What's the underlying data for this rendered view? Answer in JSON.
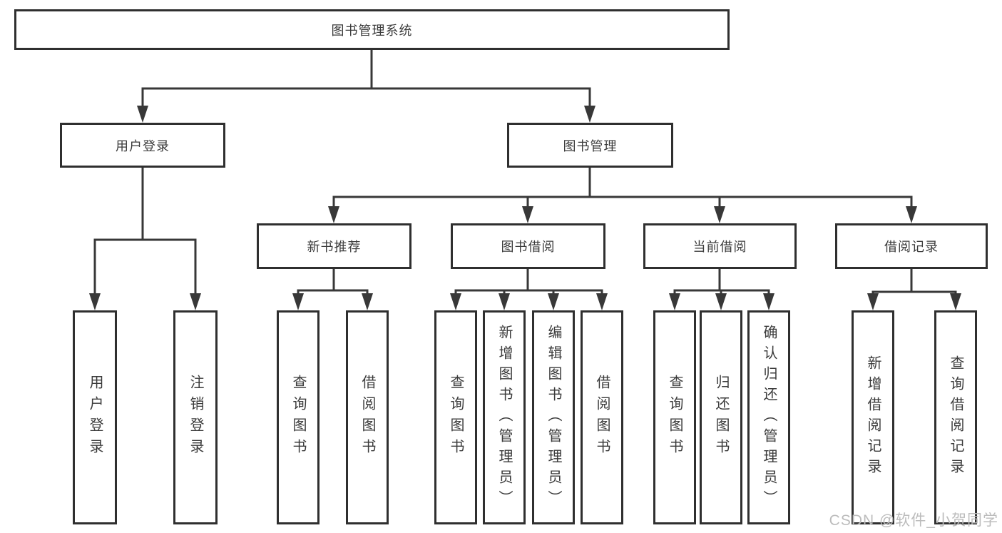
{
  "diagram": {
    "type": "hierarchy-tree",
    "title": "图书管理系统",
    "colors": {
      "line": "#383838",
      "border": "#2f2f2f",
      "text": "#3b3b3b",
      "background": "#ffffff",
      "watermark": "#bcbcbc"
    }
  },
  "watermark": {
    "text": "CSDN @软件_小贺同学"
  },
  "nodes": {
    "root": {
      "label": "图书管理系统"
    },
    "user_login": {
      "label": "用户登录"
    },
    "book_mgmt": {
      "label": "图书管理"
    },
    "new_book_rec": {
      "label": "新书推荐"
    },
    "book_borrow": {
      "label": "图书借阅"
    },
    "current_borrow": {
      "label": "当前借阅"
    },
    "borrow_record": {
      "label": "借阅记录"
    },
    "leaf_user_login": {
      "label": "用户登录"
    },
    "leaf_logout": {
      "label": "注销登录"
    },
    "leaf_nbr_query": {
      "label": "查询图书"
    },
    "leaf_nbr_borrow": {
      "label": "借阅图书"
    },
    "leaf_bb_query": {
      "label": "查询图书"
    },
    "leaf_bb_add": {
      "label": "新增图书（管理员）"
    },
    "leaf_bb_edit": {
      "label": "编辑图书（管理员）"
    },
    "leaf_bb_borrow": {
      "label": "借阅图书"
    },
    "leaf_cb_query": {
      "label": "查询图书"
    },
    "leaf_cb_return": {
      "label": "归还图书"
    },
    "leaf_cb_confirm": {
      "label": "确认归还（管理员）"
    },
    "leaf_br_add": {
      "label": "新增借阅记录"
    },
    "leaf_br_query": {
      "label": "查询借阅记录"
    }
  },
  "hierarchy": {
    "图书管理系统": {
      "用户登录": [
        "用户登录",
        "注销登录"
      ],
      "图书管理": {
        "新书推荐": [
          "查询图书",
          "借阅图书"
        ],
        "图书借阅": [
          "查询图书",
          "新增图书（管理员）",
          "编辑图书（管理员）",
          "借阅图书"
        ],
        "当前借阅": [
          "查询图书",
          "归还图书",
          "确认归还（管理员）"
        ],
        "借阅记录": [
          "新增借阅记录",
          "查询借阅记录"
        ]
      }
    }
  }
}
